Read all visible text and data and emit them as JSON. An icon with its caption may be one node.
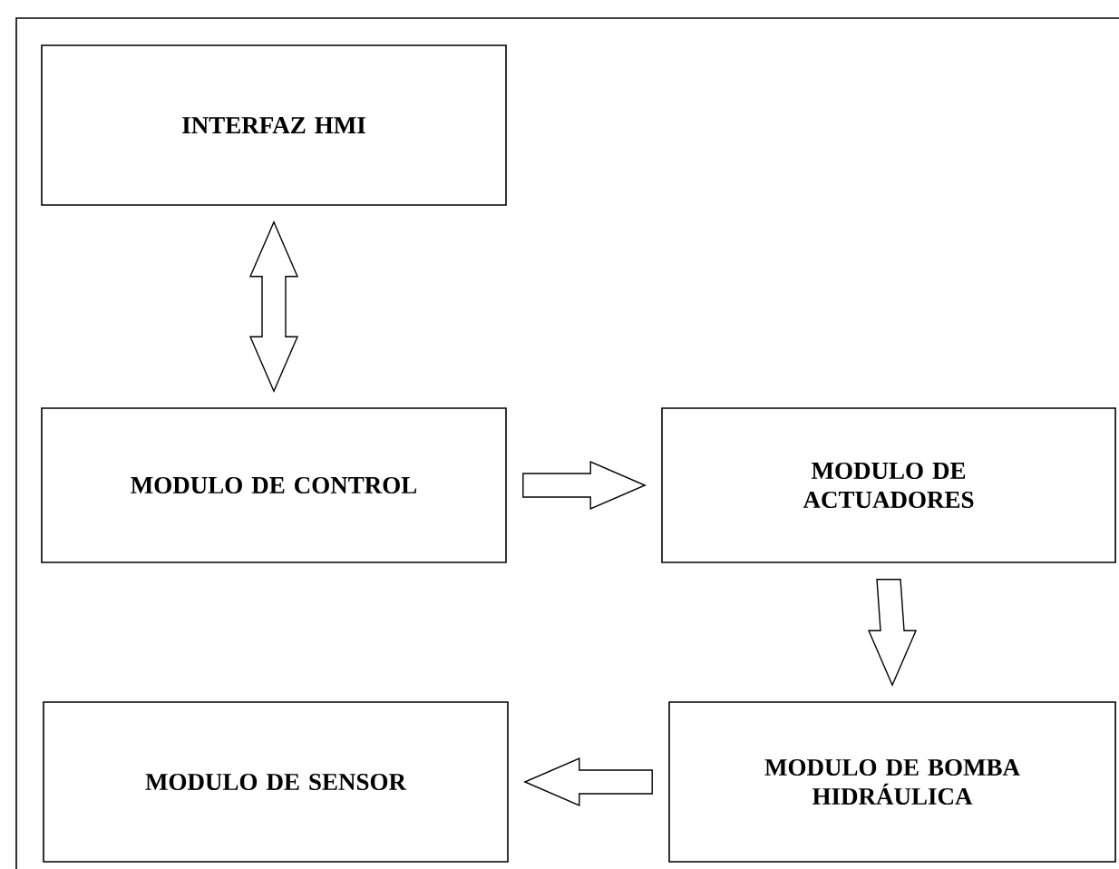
{
  "diagram": {
    "nodes": [
      {
        "text": [
          "INTERFAZ HMI"
        ]
      },
      {
        "text": [
          "MODULO DE CONTROL"
        ]
      },
      {
        "text": [
          "MODULO DE ACTUADORES"
        ]
      },
      {
        "text": [
          "MODULO DE SENSOR"
        ]
      },
      {
        "text": [
          "MODULO DE BOMBA HIDRÁULICA"
        ]
      }
    ],
    "edges": [
      {
        "from": 0,
        "to": 1,
        "arrow": "both"
      },
      {
        "from": 1,
        "to": 2,
        "arrow": "to"
      },
      {
        "from": 2,
        "to": 4,
        "arrow": "to"
      },
      {
        "from": 4,
        "to": 3,
        "arrow": "to"
      }
    ]
  }
}
